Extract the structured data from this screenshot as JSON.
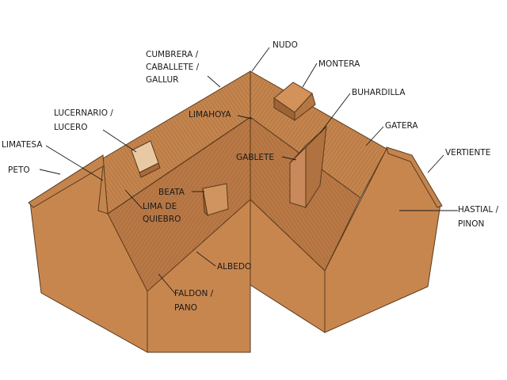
{
  "diagram": {
    "colors": {
      "roof": "#c4844d",
      "wall": "#c8864f",
      "outline": "#5a3a1c",
      "hatch": "#8a5a30"
    },
    "labels": {
      "cumbrera": [
        "CUMBRERA /",
        "CABALLETE /",
        "GALLUR"
      ],
      "nudo": "NUDO",
      "montera": "MONTERA",
      "buhardilla": "BUHARDILLA",
      "gatera": "GATERA",
      "vertiente": "VERTIENTE",
      "lucernario": [
        "LUCERNARIO /",
        "LUCERO"
      ],
      "limahoya": "LIMAHOYA",
      "limatesa": "LIMATESA",
      "peto": "PETO",
      "gablete": "GABLETE",
      "beata": "BEATA",
      "hastial": [
        "HASTIAL /",
        "PINON"
      ],
      "lima_de_quiebro": [
        "LIMA DE",
        "QUIEBRO"
      ],
      "albedo": "ALBEDO",
      "faldon": [
        "FALDON /",
        "PANO"
      ]
    }
  }
}
